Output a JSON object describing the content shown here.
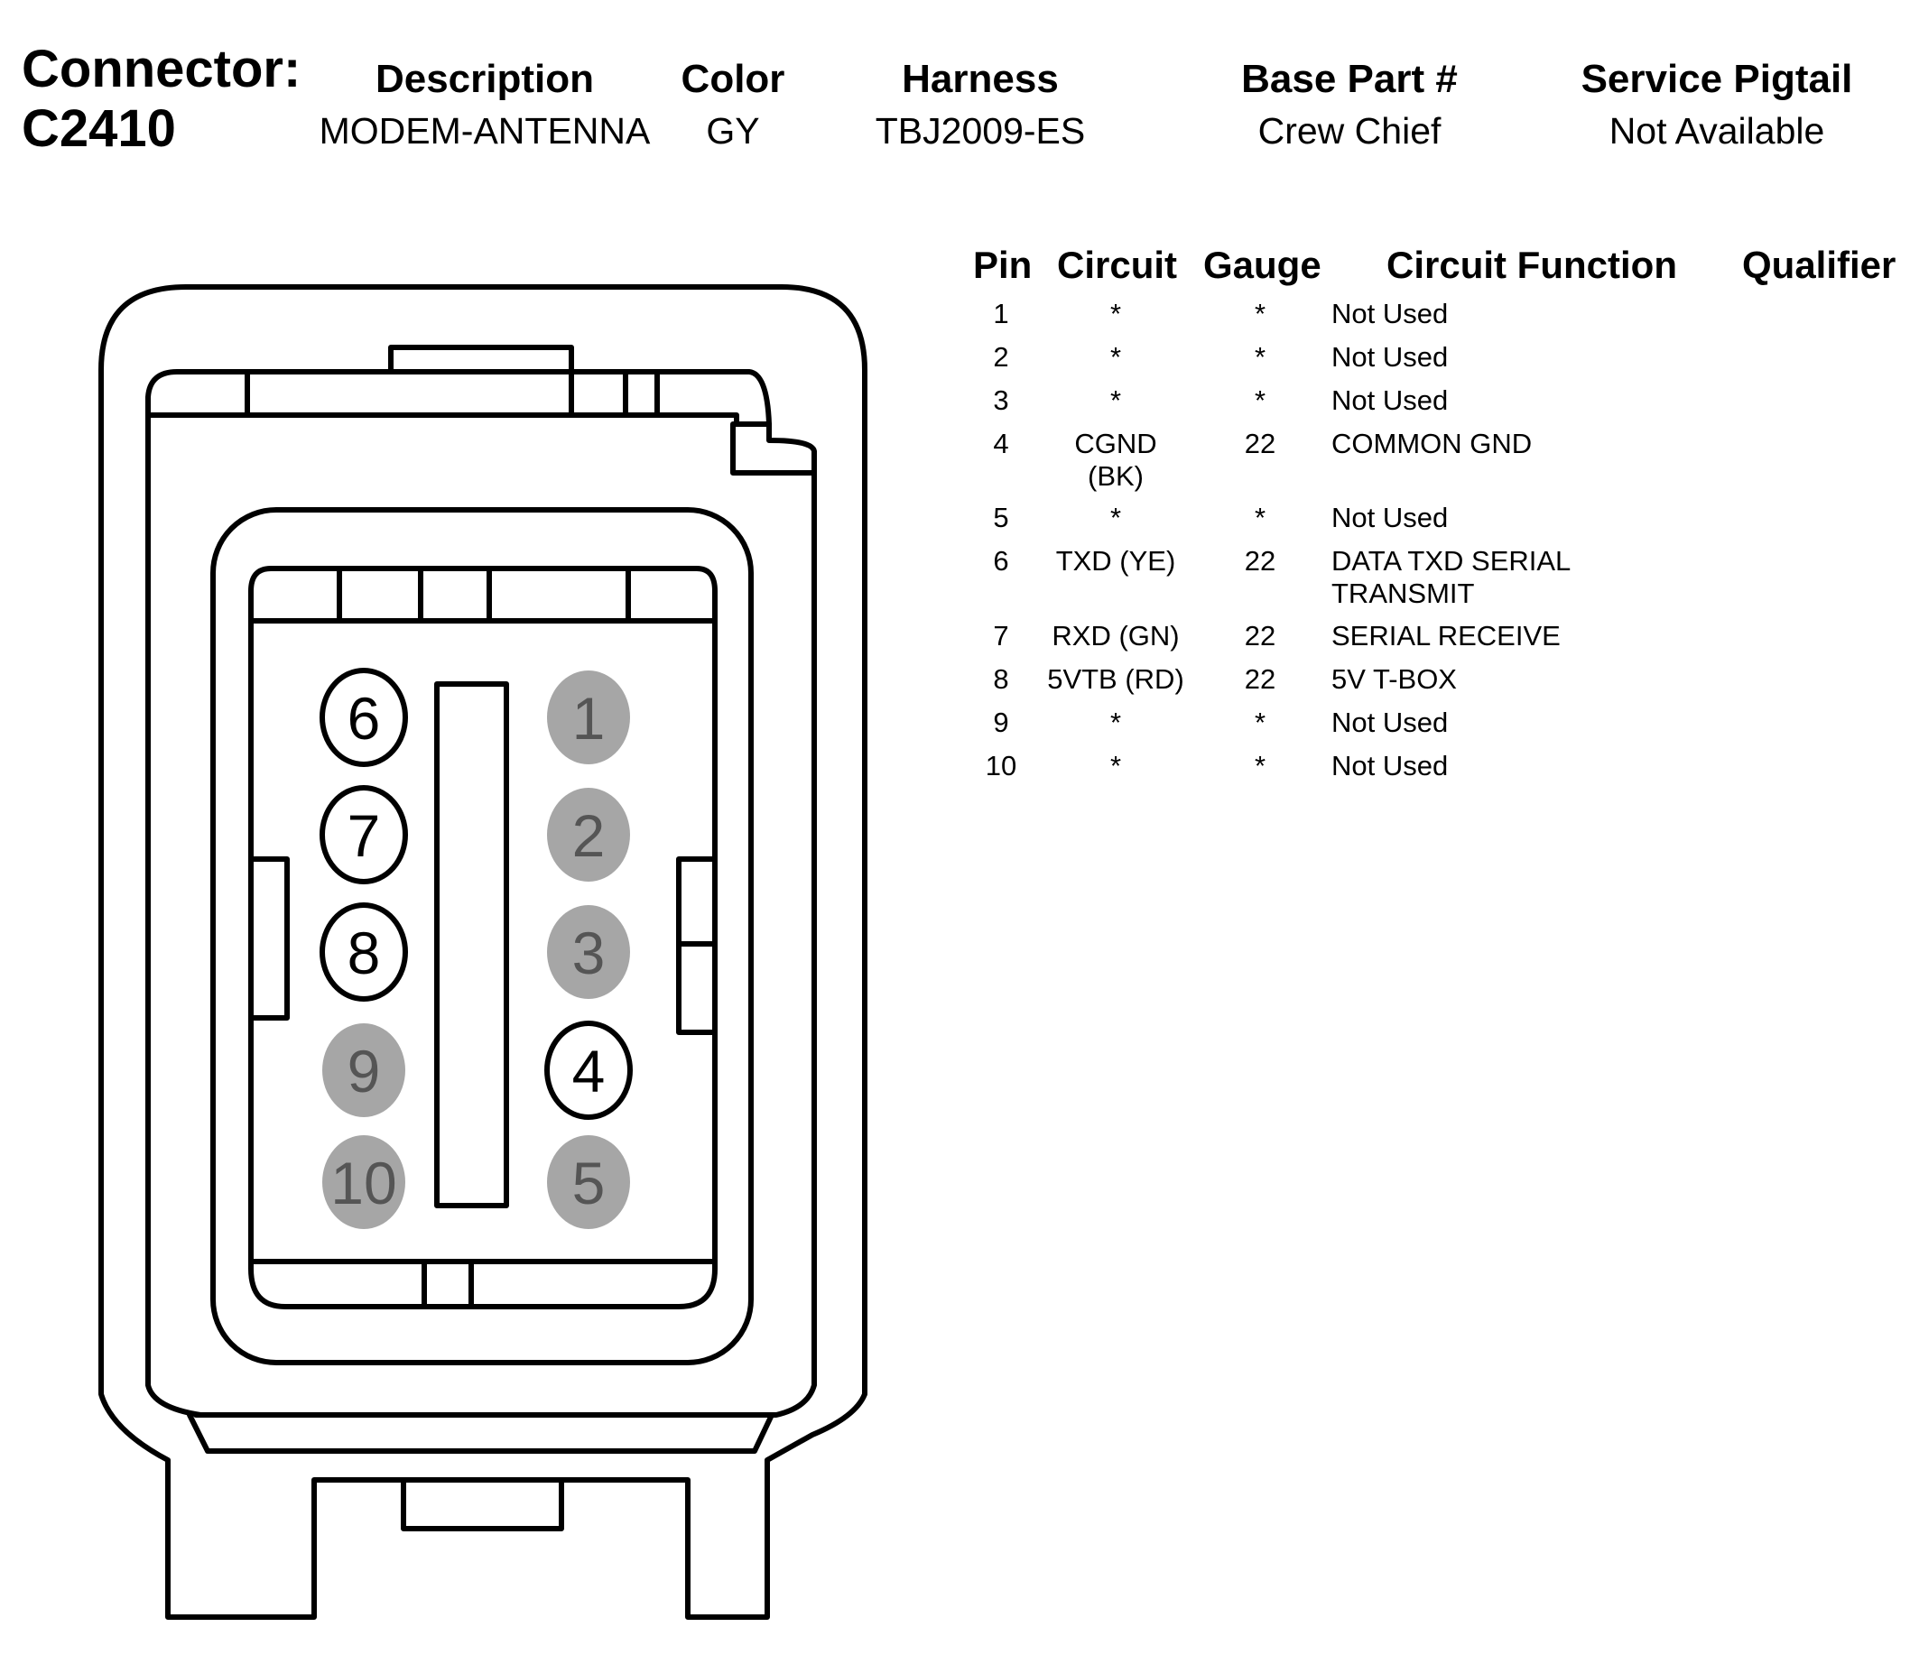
{
  "header": {
    "connector_label": "Connector:",
    "connector_id": "C2410",
    "columns": [
      {
        "heading": "Description",
        "value": "MODEM-ANTENNA"
      },
      {
        "heading": "Color",
        "value": "GY"
      },
      {
        "heading": "Harness",
        "value": "TBJ2009-ES"
      },
      {
        "heading": "Base Part #",
        "value": "Crew Chief"
      },
      {
        "heading": "Service Pigtail",
        "value": "Not Available"
      }
    ]
  },
  "table": {
    "headers": {
      "pin": "Pin",
      "circuit": "Circuit",
      "gauge": "Gauge",
      "function": "Circuit Function",
      "qualifier": "Qualifier"
    },
    "rows": [
      {
        "pin": "1",
        "circuit": "*",
        "gauge": "*",
        "function": "Not Used"
      },
      {
        "pin": "2",
        "circuit": "*",
        "gauge": "*",
        "function": "Not Used"
      },
      {
        "pin": "3",
        "circuit": "*",
        "gauge": "*",
        "function": "Not Used"
      },
      {
        "pin": "4",
        "circuit": "CGND",
        "circuit2": "(BK)",
        "gauge": "22",
        "function": "COMMON GND"
      },
      {
        "pin": "5",
        "circuit": "*",
        "gauge": "*",
        "function": "Not Used"
      },
      {
        "pin": "6",
        "circuit": "TXD (YE)",
        "gauge": "22",
        "function": "DATA TXD SERIAL",
        "function2": "TRANSMIT"
      },
      {
        "pin": "7",
        "circuit": "RXD (GN)",
        "gauge": "22",
        "function": "SERIAL RECEIVE"
      },
      {
        "pin": "8",
        "circuit": "5VTB (RD)",
        "gauge": "22",
        "function": "5V T-BOX"
      },
      {
        "pin": "9",
        "circuit": "*",
        "gauge": "*",
        "function": "Not Used"
      },
      {
        "pin": "10",
        "circuit": "*",
        "gauge": "*",
        "function": "Not Used"
      }
    ]
  },
  "diagram": {
    "pins": [
      {
        "label": "6",
        "used": true
      },
      {
        "label": "7",
        "used": true
      },
      {
        "label": "8",
        "used": true
      },
      {
        "label": "9",
        "used": false
      },
      {
        "label": "10",
        "used": false
      },
      {
        "label": "1",
        "used": false
      },
      {
        "label": "2",
        "used": false
      },
      {
        "label": "3",
        "used": false
      },
      {
        "label": "4",
        "used": true
      },
      {
        "label": "5",
        "used": false
      }
    ],
    "colors": {
      "outline": "#000000",
      "unused_fill": "#a6a6a6",
      "unused_text": "#555555",
      "used_fill": "#ffffff"
    }
  }
}
